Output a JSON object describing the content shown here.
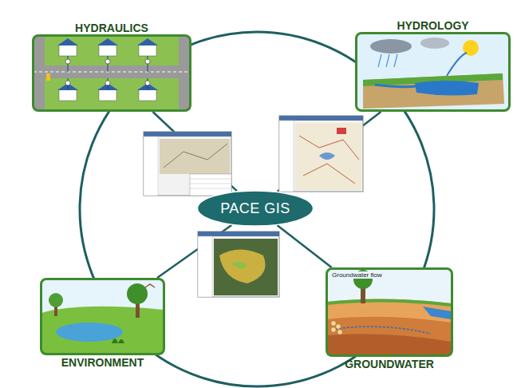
{
  "diagram": {
    "nodes": [
      {
        "text": [
          "HYDRAULICS"
        ]
      },
      {
        "text": [
          "HYDROLOGY"
        ]
      },
      {
        "text": [
          "PACE GIS"
        ]
      },
      {
        "text": [
          "ENVIRONMENT"
        ]
      },
      {
        "text": [
          "GROUNDWATER"
        ]
      }
    ],
    "edges": [
      {
        "from": 2,
        "to": 0,
        "arrow": "none"
      },
      {
        "from": 2,
        "to": 1,
        "arrow": "none"
      },
      {
        "from": 2,
        "to": 3,
        "arrow": "none"
      },
      {
        "from": 2,
        "to": 4,
        "arrow": "none"
      }
    ],
    "labels": [
      "Groundwater flow"
    ]
  }
}
